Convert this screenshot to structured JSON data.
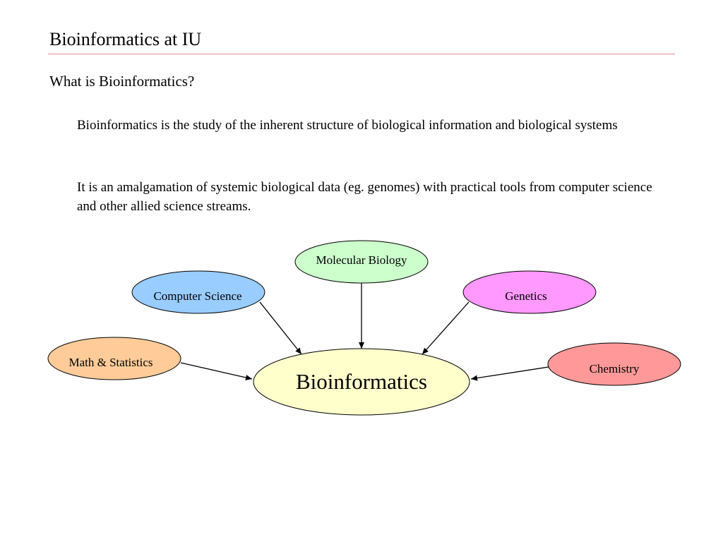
{
  "slide": {
    "title": "Bioinformatics at IU",
    "heading": "What is Bioinformatics?",
    "paragraphs": [
      "Bioinformatics is the study of the inherent structure of biological information and biological systems",
      "It is an amalgamation of systemic biological data (eg. genomes) with practical tools from computer science and other allied science streams."
    ]
  },
  "diagram": {
    "center": {
      "label": "Bioinformatics",
      "color": "#ffffcc"
    },
    "nodes": [
      {
        "label": "Molecular Biology",
        "color": "#ccffcc"
      },
      {
        "label": "Computer Science",
        "color": "#99ccff"
      },
      {
        "label": "Genetics",
        "color": "#ff99ff"
      },
      {
        "label": "Math & Statistics",
        "color": "#ffcc99"
      },
      {
        "label": "Chemistry",
        "color": "#ff9999"
      }
    ],
    "edges": [
      {
        "from": "Molecular Biology",
        "to": "Bioinformatics"
      },
      {
        "from": "Computer Science",
        "to": "Bioinformatics"
      },
      {
        "from": "Genetics",
        "to": "Bioinformatics"
      },
      {
        "from": "Math & Statistics",
        "to": "Bioinformatics"
      },
      {
        "from": "Chemistry",
        "to": "Bioinformatics"
      }
    ]
  }
}
